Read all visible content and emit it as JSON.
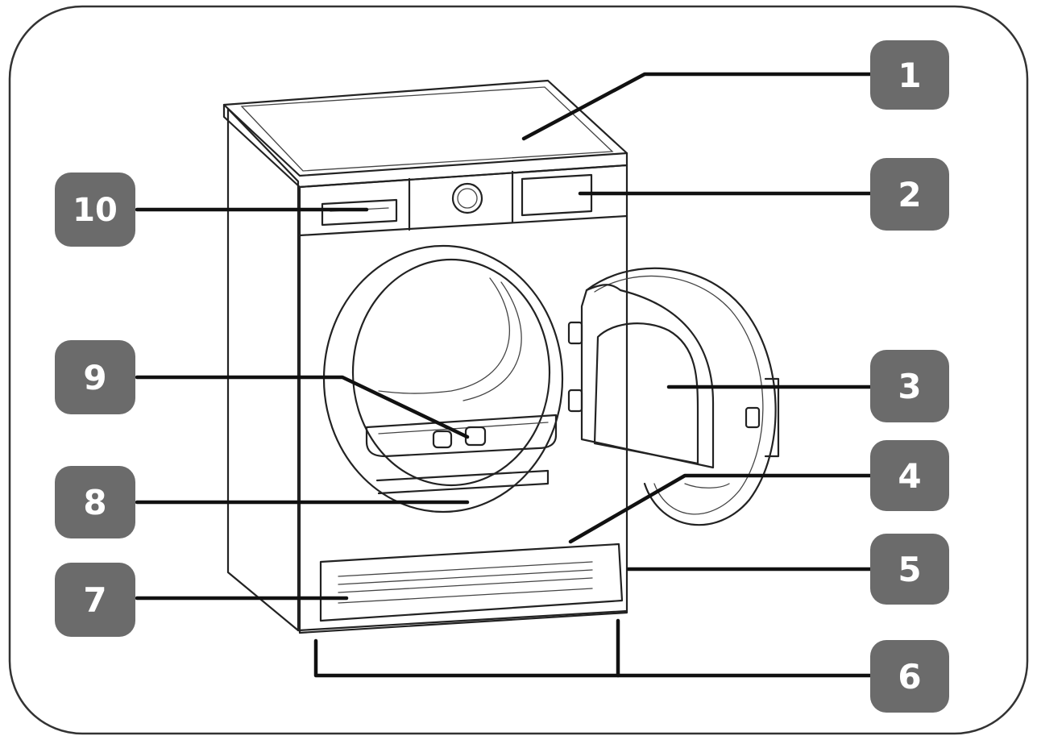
{
  "callouts": [
    {
      "number": "1"
    },
    {
      "number": "2"
    },
    {
      "number": "3"
    },
    {
      "number": "4"
    },
    {
      "number": "5"
    },
    {
      "number": "6"
    },
    {
      "number": "7"
    },
    {
      "number": "8"
    },
    {
      "number": "9"
    },
    {
      "number": "10"
    }
  ],
  "colors": {
    "badge": "#6b6b6b",
    "badge_text": "#ffffff",
    "line": "#111111",
    "frame": "#222222"
  }
}
